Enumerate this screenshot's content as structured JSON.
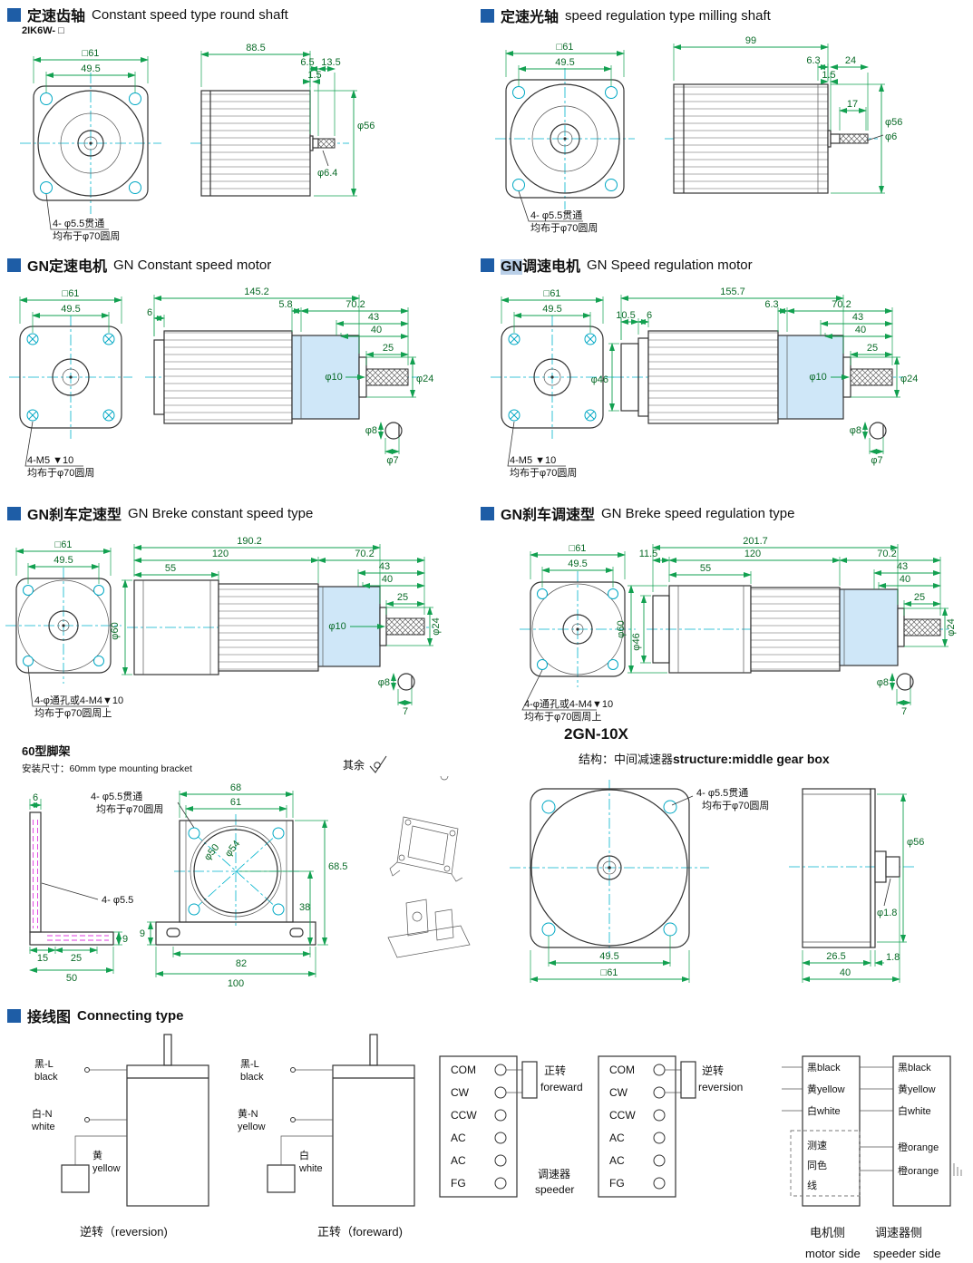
{
  "s1": {
    "cn": "定速齿轴",
    "en": "Constant speed type round shaft",
    "model": "2IK6W- □",
    "sq": "□61",
    "w": "49.5",
    "len": "88.5",
    "a": "6.5",
    "b": "13.5",
    "c": "1.5",
    "body": "φ56",
    "shaft": "φ6.4",
    "n1": "4- φ5.5贯通",
    "n2": "均布于φ70圆周"
  },
  "s2": {
    "cn": "定速光轴",
    "en": "speed regulation type milling shaft",
    "sq": "□61",
    "w": "49.5",
    "len": "99",
    "a": "6.3",
    "b": "24",
    "c": "1.5",
    "k": "17",
    "body": "φ56",
    "shaft": "φ6",
    "n1": "4- φ5.5贯通",
    "n2": "均布于φ70圆周"
  },
  "s3": {
    "cn": "GN定速电机",
    "en": "GN Constant speed motor",
    "sq": "□61",
    "w": "49.5",
    "len": "145.2",
    "e": "5.8",
    "g": "70.2",
    "h": "43",
    "i": "40",
    "f": "6",
    "s": "25",
    "d10": "φ10",
    "d24": "φ24",
    "d8": "φ8",
    "d7": "φ7",
    "n1": "4-M5 ▼10",
    "n2": "均布于φ70圆周"
  },
  "s4": {
    "cnA": "GN",
    "cnB": "调速电机",
    "en": "GN Speed regulation motor",
    "sq": "□61",
    "w": "49.5",
    "len": "155.7",
    "e": "6.3",
    "g": "70.2",
    "h": "43",
    "i": "40",
    "j": "10.5",
    "f": "6",
    "s": "25",
    "d10": "φ10",
    "d24": "φ24",
    "d46": "φ46",
    "d8": "φ8",
    "d7": "φ7",
    "n1": "4-M5 ▼10",
    "n2": "均布于φ70圆周"
  },
  "s5": {
    "cn": "GN刹车定速型",
    "en": "GN Breke constant speed type",
    "sq": "□61",
    "w": "49.5",
    "len": "190.2",
    "m": "120",
    "g": "70.2",
    "p": "55",
    "h": "43",
    "i": "40",
    "s": "25",
    "d60": "φ60",
    "d10": "φ10",
    "d24": "φ24",
    "d8": "φ8",
    "d7": "7",
    "n1": "4-φ通孔或4-M4▼10",
    "n2": "均布于φ70圆周上"
  },
  "s6": {
    "cn": "GN刹车调速型",
    "en": "GN Breke speed regulation type",
    "sq": "□61",
    "w": "49.5",
    "len": "201.7",
    "q": "11.5",
    "m": "120",
    "g": "70.2",
    "p": "55",
    "h": "43",
    "i": "40",
    "s": "25",
    "d60": "φ60",
    "d46": "φ46",
    "d24": "φ24",
    "d8": "φ8",
    "d7": "7",
    "n1": "4-φ通孔或4-M4▼10",
    "n2": "均布于φ70圆周上"
  },
  "s7": {
    "t1": "60型脚架",
    "t2": "安装尺寸：60mm type mounting bracket",
    "rest": "其余",
    "n1": "4- φ5.5贯通",
    "n2": "均布于φ70圆周",
    "holes": "4- φ5.5",
    "d6": "6",
    "d15": "15",
    "d25": "25",
    "d50": "50",
    "d9": "9",
    "d9b": "9",
    "d68": "68",
    "d61": "61",
    "dc50": "φ50",
    "dc54": "φ54",
    "d685": "68.5",
    "d38": "38",
    "d82": "82",
    "d100": "100"
  },
  "s8": {
    "title": "2GN-10X",
    "subcn": "结构：中间减速器",
    "suben": "structure:middle gear box",
    "n1": "4- φ5.5贯通",
    "n2": "均布于φ70圆周",
    "w": "49.5",
    "sq": "□61",
    "d56": "φ56",
    "d18": "φ1.8",
    "d265": "26.5",
    "d18b": "1.8",
    "d40": "40"
  },
  "s9": {
    "cn": "接线图",
    "en": "Connecting type",
    "m1l1": "黑-L",
    "m1l1b": "black",
    "m1l2": "白-N",
    "m1l2b": "white",
    "m1c": "黄",
    "m1cb": "yellow",
    "m1cap": "逆转（reversion)",
    "m2l1": "黑-L",
    "m2l1b": "black",
    "m2l2": "黄-N",
    "m2l2b": "yellow",
    "m2c": "白",
    "m2cb": "white",
    "m2cap": "正转（foreward)",
    "tb": [
      "COM",
      "CW",
      "CCW",
      "AC",
      "AC",
      "FG"
    ],
    "b1a": "正转",
    "b1b": "foreward",
    "b1c": "调速器",
    "b1d": "speeder",
    "b2a": "逆转",
    "b2b": "reversion",
    "wl": [
      "黑black",
      "黄yellow",
      "白white"
    ],
    "wd": [
      "测速",
      "同色",
      "线"
    ],
    "wr": [
      "黑black",
      "黄yellow",
      "白white",
      "橙orange",
      "橙orange"
    ],
    "f1": "电机侧",
    "f2": "调速器侧",
    "f3": "motor side",
    "f4": "speeder side"
  }
}
